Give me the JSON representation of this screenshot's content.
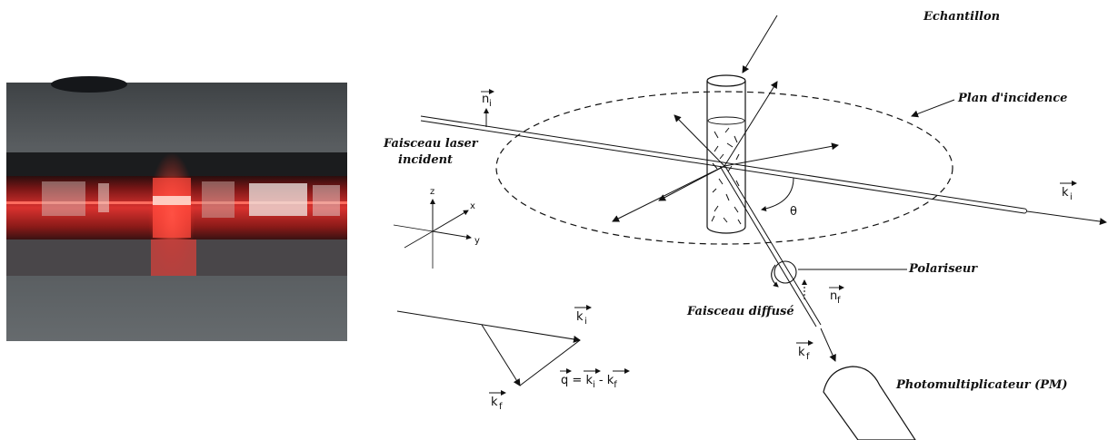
{
  "photo": {
    "description_icon": "laser-scattering-photo"
  },
  "diagram": {
    "labels": {
      "sample": "Echantillon",
      "incidence_plane": "Plan d'incidence",
      "laser_beam_line1": "Faisceau laser",
      "laser_beam_line2": "incident",
      "polarizer": "Polariseur",
      "scattered_beam": "Faisceau diffusé",
      "photomultiplier": "Photomultiplicateur (PM)"
    },
    "symbols": {
      "n_i": "n",
      "n_i_sub": "i",
      "k_i": "k",
      "k_i_sub": "i",
      "n_f": "n",
      "n_f_sub": "f",
      "k_f": "k",
      "k_f_sub": "f",
      "theta": "θ"
    },
    "axes": {
      "z": "z",
      "x": "x",
      "y": "y"
    },
    "vector_diagram": {
      "k_i": "k",
      "k_i_sub": "i",
      "k_f": "k",
      "k_f_sub": "f",
      "eq_q": "q",
      "eq_equals": " = ",
      "eq_k": "k",
      "eq_i": "i",
      "eq_minus": " - ",
      "eq_k2": "k",
      "eq_f": "f"
    }
  },
  "colors": {
    "laser_red": "#e8262a",
    "dark_grey": "#4b4f52",
    "line": "#111111"
  }
}
